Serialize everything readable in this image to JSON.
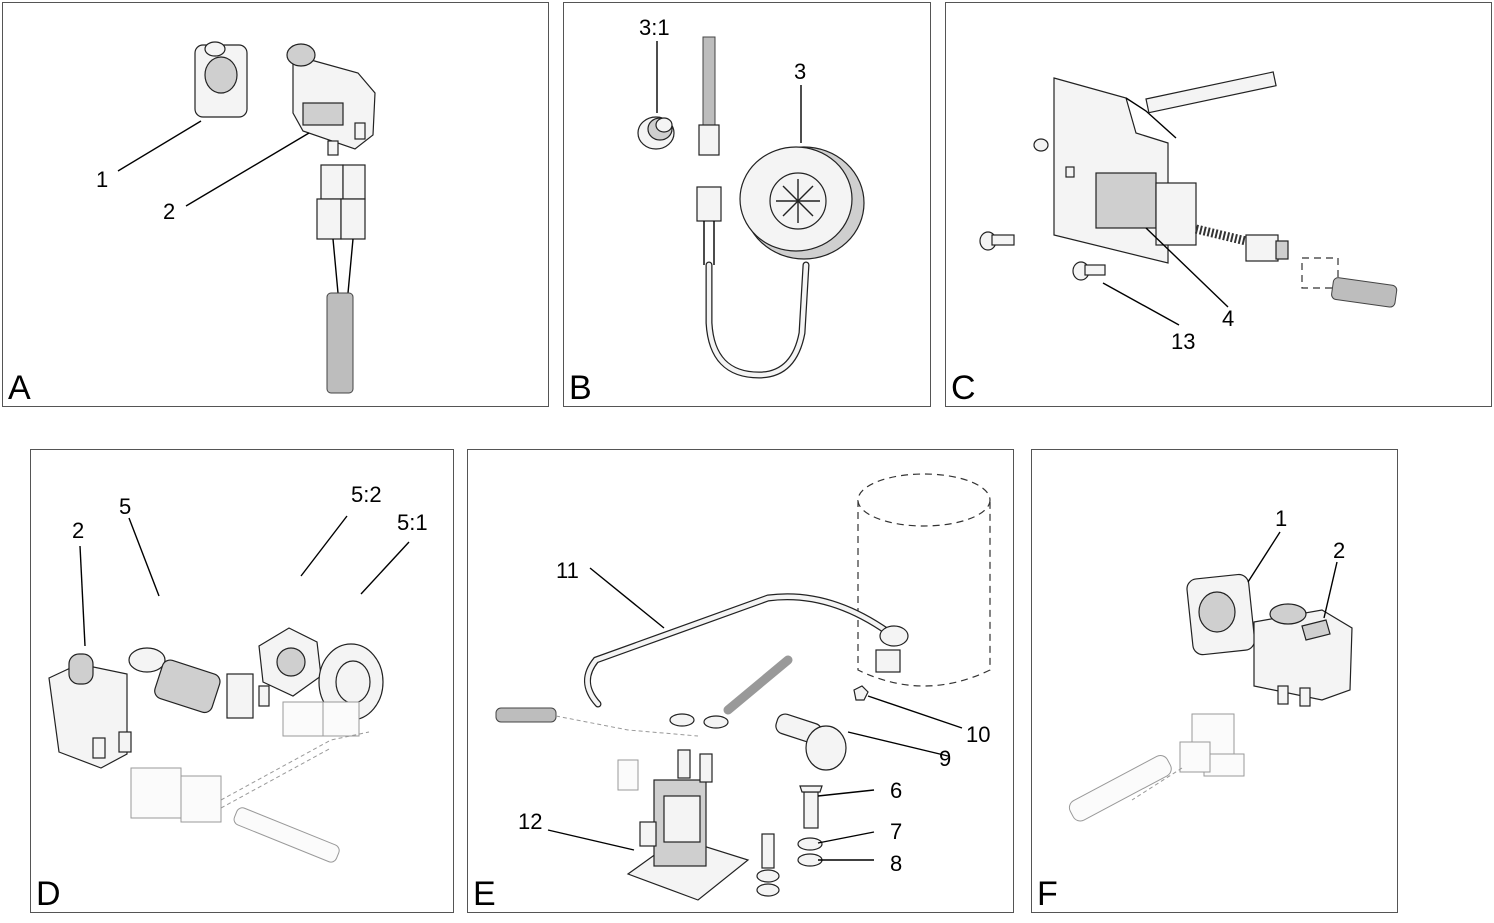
{
  "panels": {
    "a": {
      "letter": "A",
      "callouts": {
        "c1": "1",
        "c2": "2"
      }
    },
    "b": {
      "letter": "B",
      "callouts": {
        "c31": "3:1",
        "c3": "3"
      }
    },
    "c": {
      "letter": "C",
      "callouts": {
        "c4": "4",
        "c13": "13"
      }
    },
    "d": {
      "letter": "D",
      "callouts": {
        "c2": "2",
        "c5": "5",
        "c52": "5:2",
        "c51": "5:1"
      }
    },
    "e": {
      "letter": "E",
      "callouts": {
        "c11": "11",
        "c10": "10",
        "c9": "9",
        "c6": "6",
        "c7": "7",
        "c8": "8",
        "c12": "12"
      }
    },
    "f": {
      "letter": "F",
      "callouts": {
        "c1": "1",
        "c2": "2"
      }
    }
  }
}
